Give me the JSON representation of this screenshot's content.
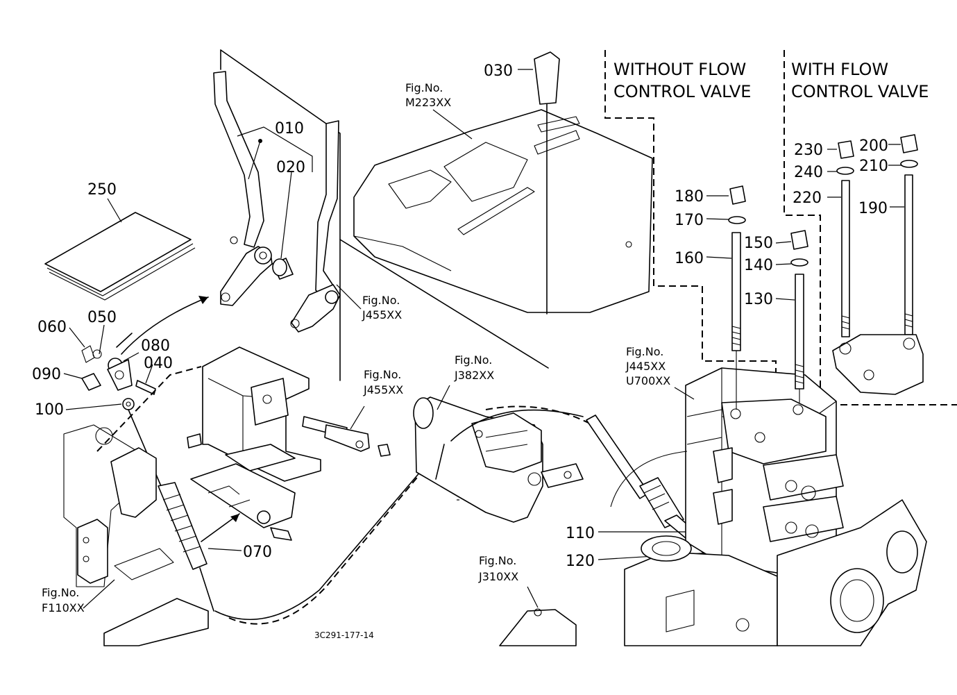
{
  "drawing_code": "3C291-177-14",
  "variants": {
    "without_flow": {
      "line1": "WITHOUT FLOW",
      "line2": "CONTROL VALVE"
    },
    "with_flow": {
      "line1": "WITH FLOW",
      "line2": "CONTROL VALVE"
    }
  },
  "parts": {
    "p010": "010",
    "p020": "020",
    "p030": "030",
    "p040": "040",
    "p050": "050",
    "p060": "060",
    "p070": "070",
    "p080": "080",
    "p090": "090",
    "p100": "100",
    "p110": "110",
    "p120": "120",
    "p130": "130",
    "p140": "140",
    "p150": "150",
    "p160": "160",
    "p170": "170",
    "p180": "180",
    "p190": "190",
    "p200": "200",
    "p210": "210",
    "p220": "220",
    "p230": "230",
    "p240": "240",
    "p250": "250"
  },
  "figure_refs": {
    "label": "Fig.No.",
    "m223": "M223XX",
    "j455_upper": "J455XX",
    "j455_lower": "J455XX",
    "j382": "J382XX",
    "j445": "J445XX",
    "u700": "U700XX",
    "j310": "J310XX",
    "f110": "F110XX"
  }
}
